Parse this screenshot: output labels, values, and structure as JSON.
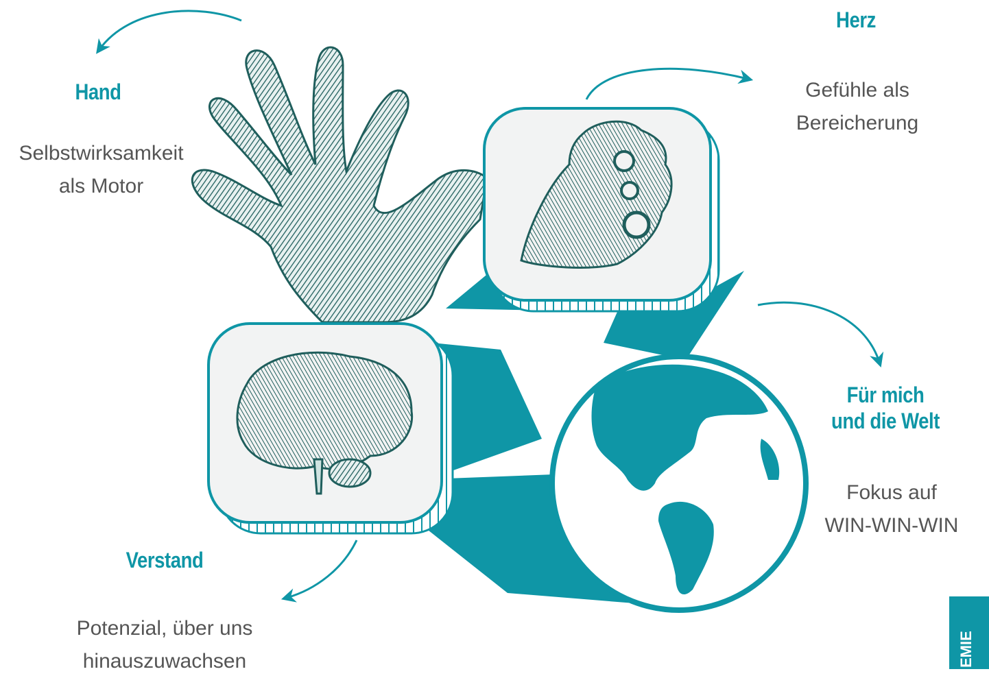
{
  "colors": {
    "accent": "#0f96a6",
    "text": "#555555",
    "ink": "#1f5e5c",
    "panel": "#f2f3f3"
  },
  "icons": [
    "hand-illustration",
    "heart-illustration",
    "brain-illustration",
    "globe-illustration"
  ],
  "hand": {
    "title": "Hand",
    "desc_lines": [
      "Selbstwirksamkeit",
      "als Motor"
    ]
  },
  "herz": {
    "title": "Herz",
    "desc_lines": [
      "Gefühle als",
      "Bereicherung"
    ]
  },
  "welt": {
    "title_lines": [
      "Für mich",
      "und die Welt"
    ],
    "desc_lines": [
      "Fokus auf",
      "WIN-WIN-WIN"
    ]
  },
  "verstand": {
    "title": "Verstand",
    "desc_lines": [
      "Potenzial, über uns",
      "hinauszuwachsen"
    ]
  },
  "tab": {
    "label": "EMIE"
  }
}
